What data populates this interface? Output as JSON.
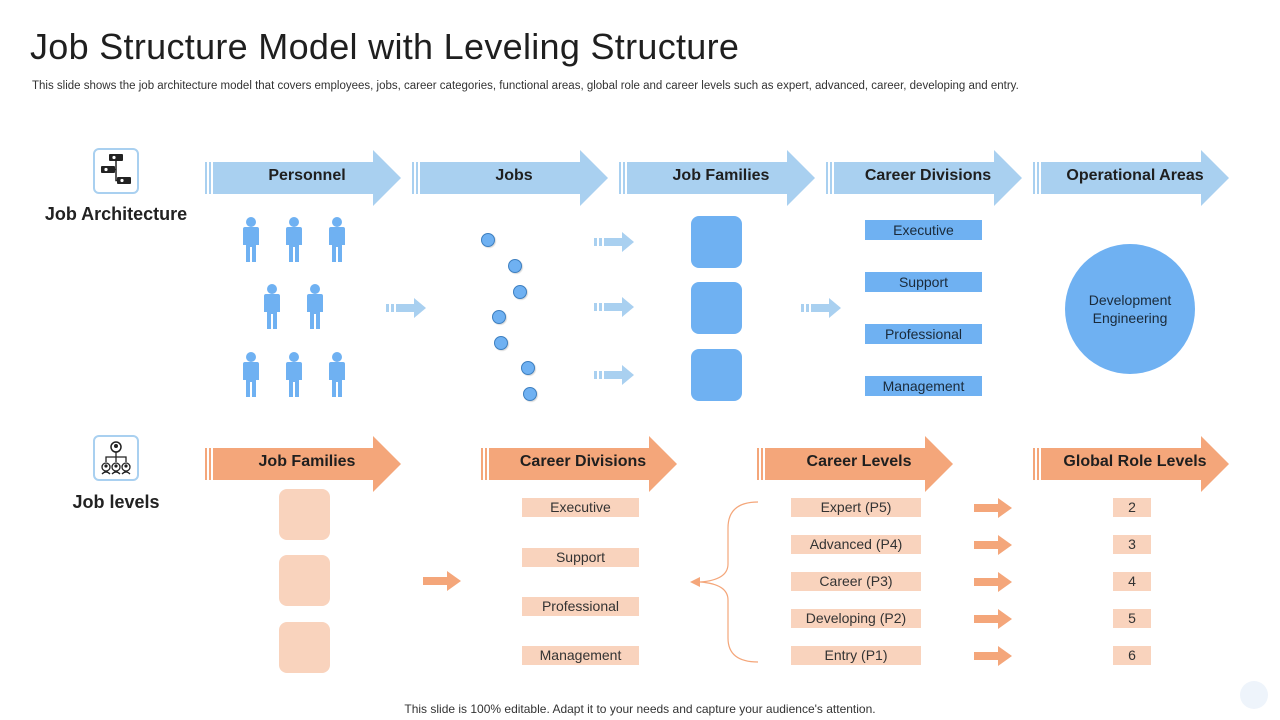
{
  "title": "Job Structure Model with Leveling Structure",
  "subtitle": "This slide shows the job architecture model that covers employees, jobs, career categories, functional areas, global role and career levels such as expert, advanced, career, developing and entry.",
  "footer": "This slide is 100% editable. Adapt it to your needs and capture your audience's attention.",
  "colors": {
    "blue": "#6fb1f2",
    "light_blue": "#a9d0f0",
    "peach": "#f9d3bd",
    "orange": "#f4a67a"
  },
  "architecture": {
    "label": "Job Architecture",
    "icon": "org-chart-icon",
    "headers": [
      "Personnel",
      "Jobs",
      "Job Families",
      "Career Divisions",
      "Operational Areas"
    ],
    "career_divisions": [
      "Executive",
      "Support",
      "Professional",
      "Management"
    ],
    "operational_area": "Development Engineering"
  },
  "levels": {
    "label": "Job levels",
    "icon": "team-hierarchy-icon",
    "headers": [
      "Job Families",
      "Career Divisions",
      "Career Levels",
      "Global Role Levels"
    ],
    "career_divisions": [
      "Executive",
      "Support",
      "Professional",
      "Management"
    ],
    "career_levels": [
      "Expert (P5)",
      "Advanced (P4)",
      "Career (P3)",
      "Developing (P2)",
      "Entry (P1)"
    ],
    "global_role_levels": [
      "2",
      "3",
      "4",
      "5",
      "6"
    ]
  }
}
